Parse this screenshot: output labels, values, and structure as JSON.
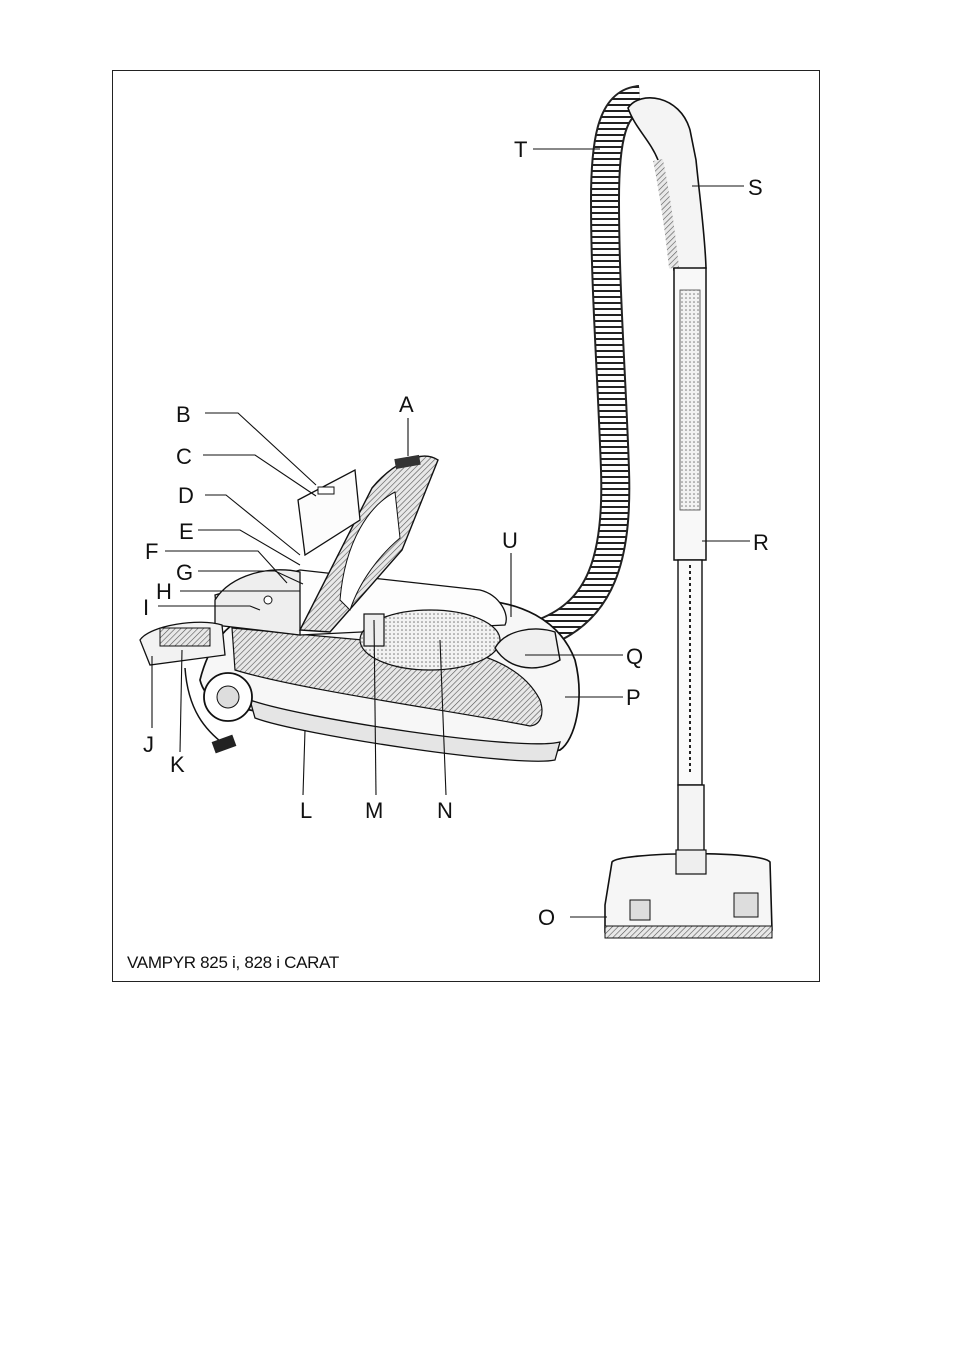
{
  "caption": "VAMPYR 825 i, 828 i CARAT",
  "labels": {
    "A": "A",
    "B": "B",
    "C": "C",
    "D": "D",
    "E": "E",
    "F": "F",
    "G": "G",
    "H": "H",
    "I": "I",
    "J": "J",
    "K": "K",
    "L": "L",
    "M": "M",
    "N": "N",
    "O": "O",
    "P": "P",
    "Q": "Q",
    "R": "R",
    "S": "S",
    "T": "T",
    "U": "U"
  }
}
